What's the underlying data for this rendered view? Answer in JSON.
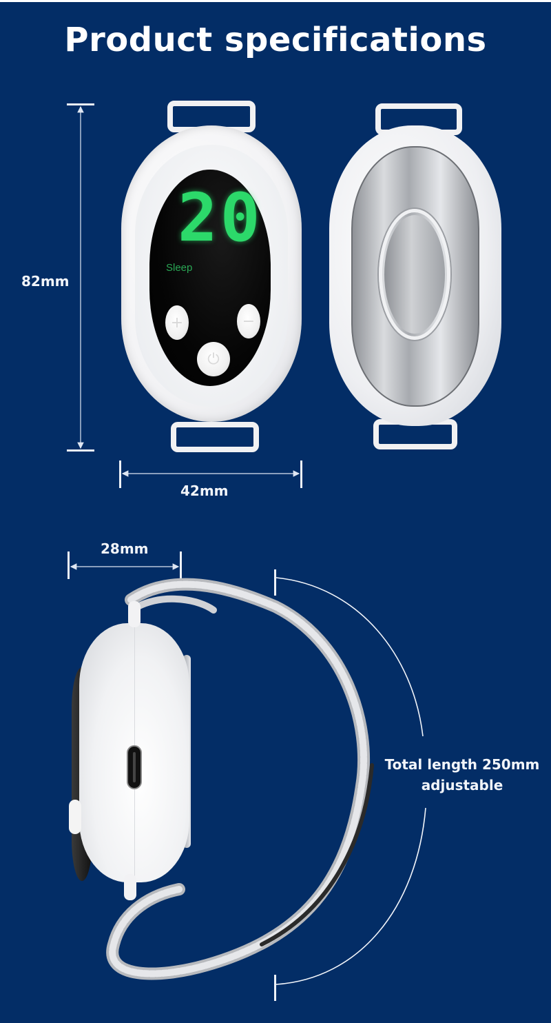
{
  "title": "Product specifications",
  "colors": {
    "background": "#032d66",
    "text": "#ffffff",
    "led_green": "#2cd96a",
    "sleep_label": "#2aa855"
  },
  "front_view": {
    "display_value": "20",
    "mode_label": "Sleep",
    "buttons": [
      {
        "name": "plus-button",
        "glyph": "+"
      },
      {
        "name": "minus-button",
        "glyph": "−"
      },
      {
        "name": "power-button",
        "glyph": "⏻"
      }
    ]
  },
  "dimensions": {
    "height": "82mm",
    "width": "42mm",
    "thickness": "28mm",
    "strap_line1": "Total length 250mm",
    "strap_line2": "adjustable"
  },
  "icons": {
    "dimension_arrow": "dimension-arrow-icon",
    "usb_c_port": "usb-c-port-icon",
    "power": "power-icon"
  }
}
